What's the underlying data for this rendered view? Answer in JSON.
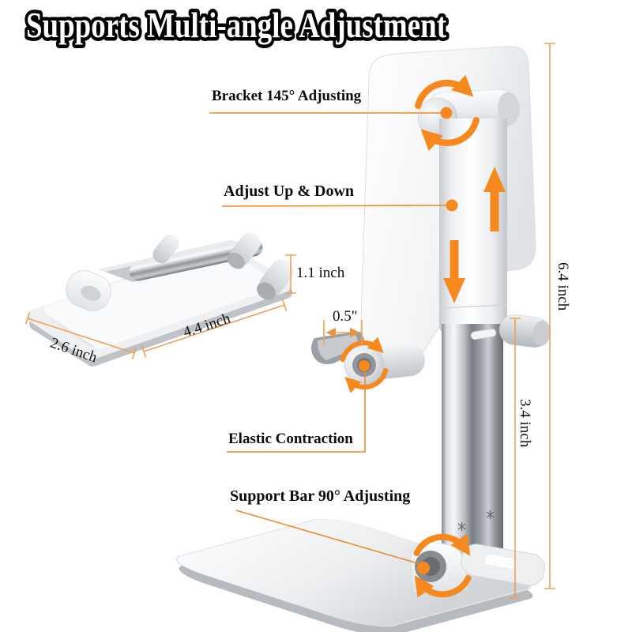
{
  "title": "Supports Multi-angle Adjustment",
  "callouts": {
    "bracket": "Bracket 145° Adjusting",
    "up_down": "Adjust Up & Down",
    "elastic": "Elastic Contraction",
    "support_bar": "Support Bar 90° Adjusting"
  },
  "measurements": {
    "total_height": "6.4 inch",
    "pole_height": "3.4 inch",
    "folded_height": "1.1 inch",
    "folded_depth": "2.6 inch",
    "folded_length": "4.4 inch",
    "hook_width": "0.5\""
  },
  "colors": {
    "accent_orange": "#F6891D",
    "dimension_orange": "#F0A058",
    "label_text": "#0D0D0D",
    "background": "#FFFFFF"
  }
}
